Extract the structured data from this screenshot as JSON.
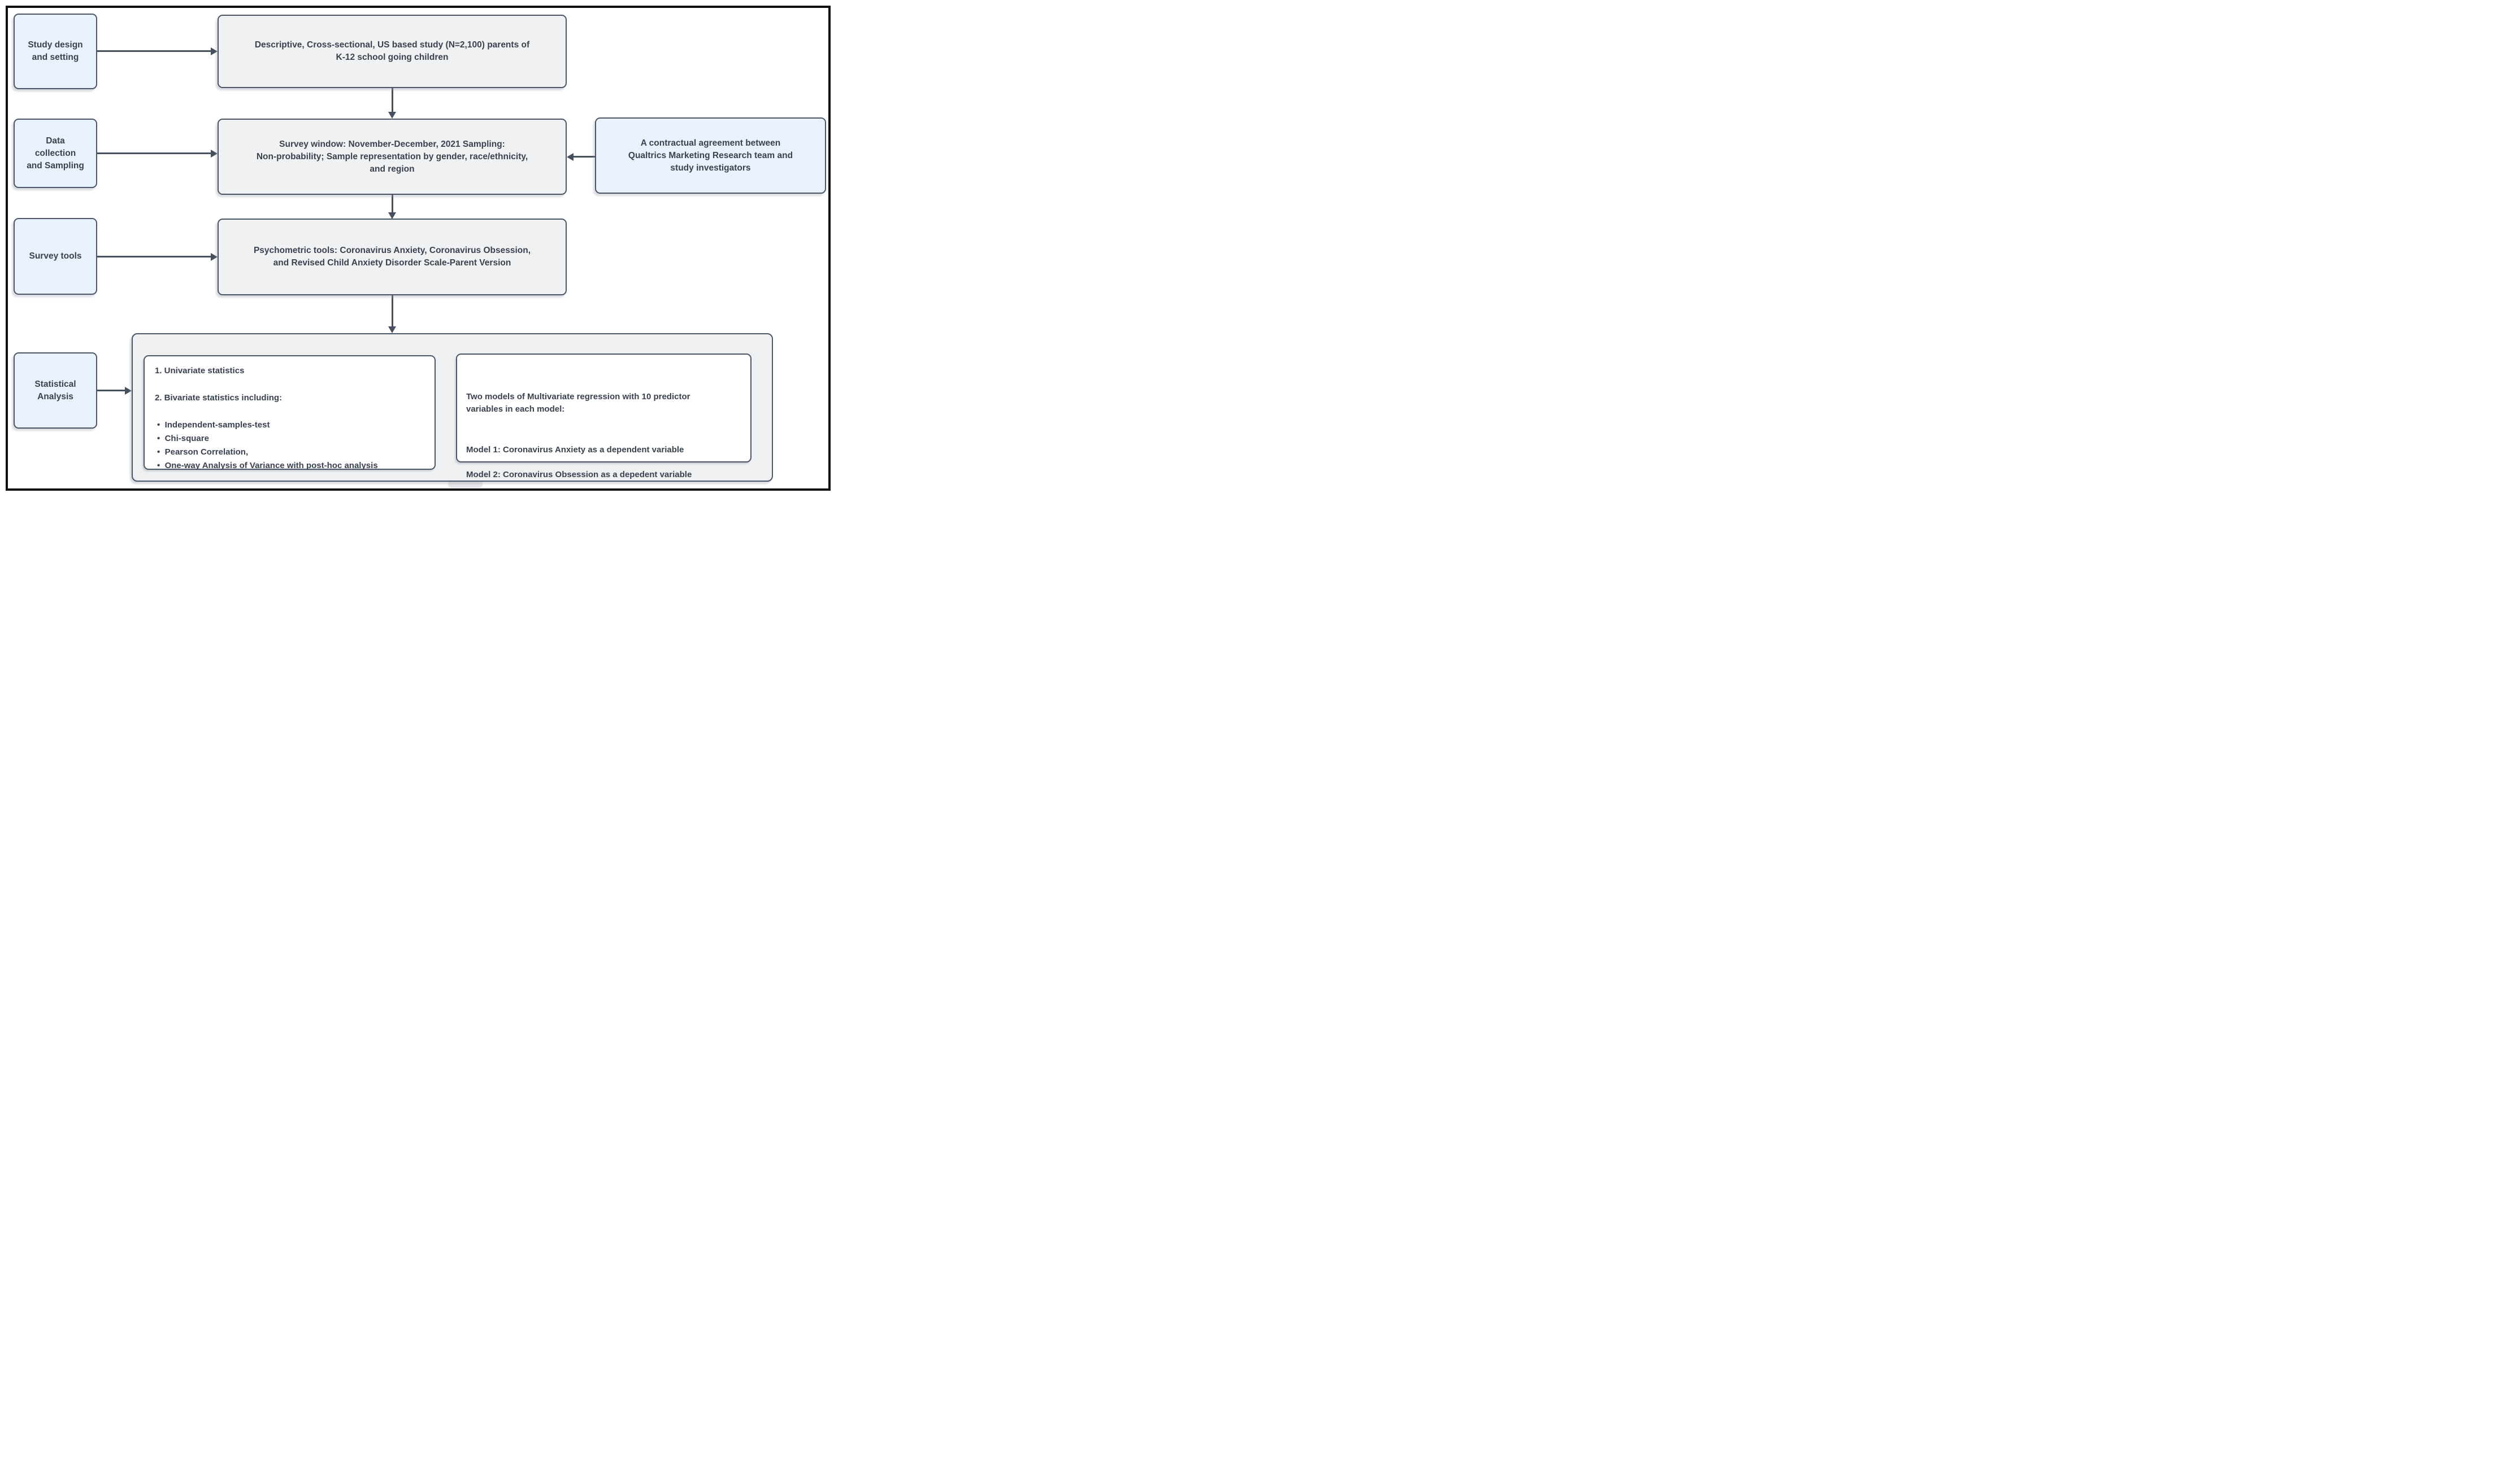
{
  "diagram_title": "Study methodology flowchart",
  "boxes": {
    "study_design": {
      "label": "Study design\nand setting"
    },
    "study_desc": {
      "text": "Descriptive, Cross-sectional, US based study (N=2,100) parents of\nK-12 school going children"
    },
    "data_collection": {
      "label": "Data\ncollection\nand Sampling"
    },
    "survey_window": {
      "text": "Survey window: November-December, 2021 Sampling:\nNon-probability; Sample representation by gender, race/ethnicity,\nand region"
    },
    "qualtrics": {
      "text": "A contractual agreement between\nQualtrics Marketing Research team and\nstudy investigators"
    },
    "survey_tools": {
      "label": "Survey tools"
    },
    "psychometric": {
      "text": "Psychometric tools: Coronavirus Anxiety, Coronavirus Obsession,\nand Revised Child Anxiety Disorder Scale-Parent Version"
    },
    "statistical": {
      "label": "Statistical\nAnalysis"
    }
  },
  "stats": {
    "item1": "1. Univariate statistics",
    "item2": "2. Bivariate statistics including:",
    "bullets": [
      "Independent-samples-test",
      "Chi-square",
      "Pearson Correlation,",
      "One-way Analysis of Variance with post-hoc analysis"
    ]
  },
  "models": {
    "intro": "Two models of Multivariate regression with 10 predictor\nvariables in each model:",
    "model1": "Model 1: Coronavirus Anxiety as a dependent variable",
    "model2": "Model 2: Coronavirus Obsession as a depedent variable"
  },
  "colors": {
    "blue_fill": "#e9f1fc",
    "gray_fill": "#eff1f3",
    "panel_fill": "#eef0f2",
    "white_fill": "#ffffff",
    "border": "#4a5566",
    "arrow": "#454f5e",
    "text": "#39424e",
    "frame": "#101010"
  }
}
